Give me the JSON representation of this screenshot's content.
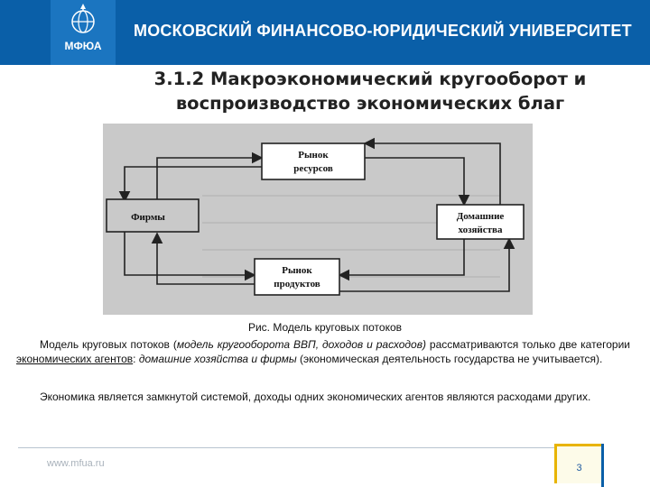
{
  "header": {
    "logo_text": "МФЮА",
    "university_name": "МОСКОВСКИЙ ФИНАНСОВО-ЮРИДИЧЕСКИЙ УНИВЕРСИТЕТ"
  },
  "title": {
    "line1": "3.1.2 Макроэкономический кругооборот и",
    "line2": "воспроизводство экономических благ"
  },
  "diagram": {
    "resource_market": [
      "Рынок",
      "ресурсов"
    ],
    "firms": "Фирмы",
    "households": [
      "Домашние",
      "хозяйства"
    ],
    "product_market": [
      "Рынок",
      "продуктов"
    ]
  },
  "caption": "Рис. Модель круговых потоков",
  "paragraph1": {
    "part1": "Модель круговых потоков (",
    "part2": "модель кругооборота ВВП, доходов и расходов)",
    "part3": " рассматриваются только две категории ",
    "part4": "экономических агентов",
    "part5": ": ",
    "part6": "домашние хозяйства и фирмы",
    "part7": " (экономическая деятельность государства не учитывается)."
  },
  "paragraph2": "Экономика является замкнутой системой, доходы одних экономических агентов являются расходами других.",
  "footer": {
    "url": "www.mfua.ru",
    "page_number": "3"
  }
}
